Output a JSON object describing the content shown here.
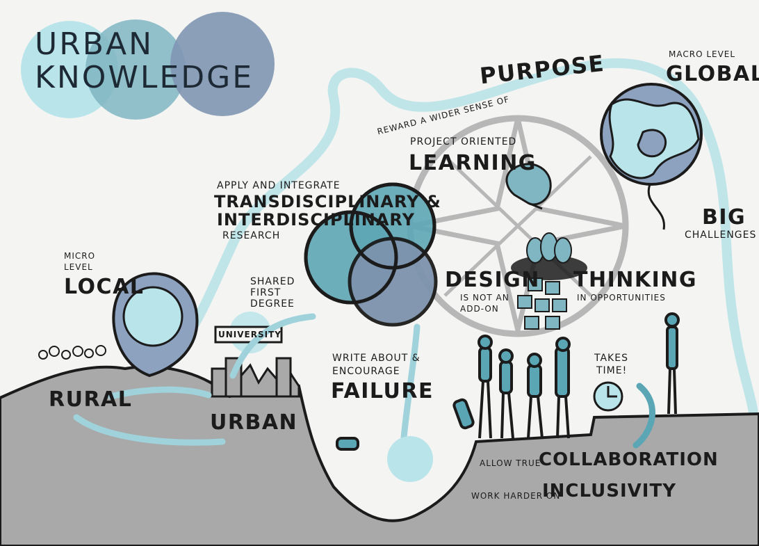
{
  "title": {
    "line1": "URBAN",
    "line2": "KNOWLEDGE"
  },
  "macro": {
    "label": "MACRO LEVEL",
    "title": "GLOBAL"
  },
  "micro": {
    "label1": "MICRO",
    "label2": "LEVEL",
    "title": "LOCAL"
  },
  "purpose": {
    "prefix": "REWARD A WIDER SENSE OF",
    "word": "PURPOSE"
  },
  "learning": {
    "label": "PROJECT ORIENTED",
    "word": "LEARNING"
  },
  "research": {
    "line1": "APPLY AND INTEGRATE",
    "line2": "TRANSDISCIPLINARY &",
    "line3": "INTERDISCIPLINARY",
    "line4": "RESEARCH"
  },
  "shared_degree": {
    "line1": "SHARED",
    "line2": "FIRST",
    "line3": "DEGREE"
  },
  "university": "UNIVERSITY",
  "design": {
    "word": "DESIGN",
    "line1": "IS NOT AN",
    "line2": "ADD-ON"
  },
  "thinking": {
    "word": "THINKING",
    "sub": "IN OPPORTUNITIES"
  },
  "big_challenges": {
    "word": "BIG",
    "sub": "CHALLENGES"
  },
  "rural": "RURAL",
  "urban": "URBAN",
  "failure": {
    "line1": "WRITE ABOUT &",
    "line2": "ENCOURAGE",
    "word": "FAILURE"
  },
  "takes_time": {
    "line1": "TAKES",
    "line2": "TIME!"
  },
  "collaboration": {
    "prefix": "ALLOW TRUE",
    "word": "COLLABORATION"
  },
  "inclusivity": {
    "prefix": "WORK HARDER ON",
    "word": "INCLUSIVITY"
  },
  "colors": {
    "teal_light": "#a8dfe5",
    "teal": "#5aa6b4",
    "slate": "#7d93ad",
    "ground": "#a9a9a9",
    "ink": "#1b1b1b",
    "paper": "#f4f4f3"
  }
}
